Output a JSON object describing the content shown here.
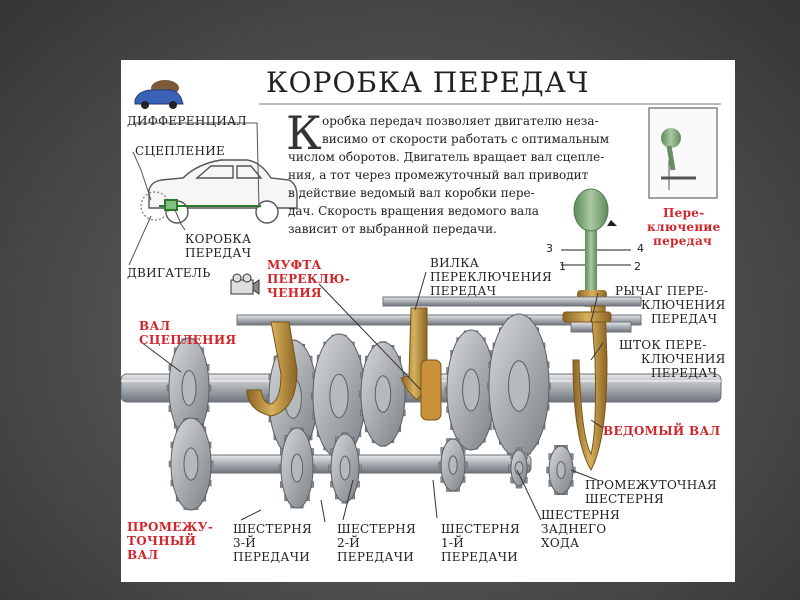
{
  "title": "Коробка передач",
  "description": [
    "К",
    "оробка передач позволяет двигателю неза-",
    "висимо от скорости работать с оптимальным",
    "числом оборотов. Двигатель вращает вал сцепле-",
    "ния, а тот через промежуточный вал приводит",
    "в действие ведомый вал коробки пере-",
    "дач. Скорость вращения ведомого вала",
    "зависит от выбранной передачи."
  ],
  "car_labels": {
    "differential": "ДИФФЕРЕНЦИАЛ",
    "clutch": "СЦЕПЛЕНИЕ",
    "gearbox": [
      "КОРОБКА",
      "ПЕРЕДАЧ"
    ],
    "engine": "ДВИГАТЕЛЬ"
  },
  "shift_pattern": {
    "title": [
      "Пере-",
      "ключение",
      "передач"
    ],
    "gears": [
      "1",
      "2",
      "3",
      "4"
    ]
  },
  "parts": {
    "coupling": [
      "МУФТА",
      "ПЕРЕКЛЮ-",
      "ЧЕНИЯ"
    ],
    "fork": [
      "ВИЛКА",
      "ПЕРЕКЛЮЧЕНИЯ",
      "ПЕРЕДАЧ"
    ],
    "lever": [
      "РЫЧАГ ПЕРЕ-",
      "КЛЮЧЕНИЯ",
      "ПЕРЕДАЧ"
    ],
    "rod": [
      "ШТОК ПЕРЕ-",
      "КЛЮЧЕНИЯ",
      "ПЕРЕДАЧ"
    ],
    "input_shaft": [
      "ВАЛ",
      "СЦЕПЛЕНИЯ"
    ],
    "output_shaft": "ВЕДОМЫЙ ВАЛ",
    "idler_gear": [
      "ПРОМЕЖУТОЧНАЯ",
      "ШЕСТЕРНЯ"
    ],
    "countershaft": [
      "ПРОМЕЖУ-",
      "ТОЧНЫЙ",
      "ВАЛ"
    ],
    "gear3": [
      "ШЕСТЕРНЯ",
      "3-Й",
      "ПЕРЕДАЧИ"
    ],
    "gear2": [
      "ШЕСТЕРНЯ",
      "2-Й",
      "ПЕРЕДАЧИ"
    ],
    "gear1": [
      "ШЕСТЕРНЯ",
      "1-Й",
      "ПЕРЕДАЧИ"
    ],
    "reverse": [
      "ШЕСТЕРНЯ",
      "ЗАДНЕГО",
      "ХОДА"
    ]
  },
  "colors": {
    "label_red": "#d1262b",
    "shaft_grey": "#9aa0a6",
    "gear_grey": "#8a8e93",
    "fork_brass": "#b58a3a",
    "lever_green": "#7fa37a"
  }
}
